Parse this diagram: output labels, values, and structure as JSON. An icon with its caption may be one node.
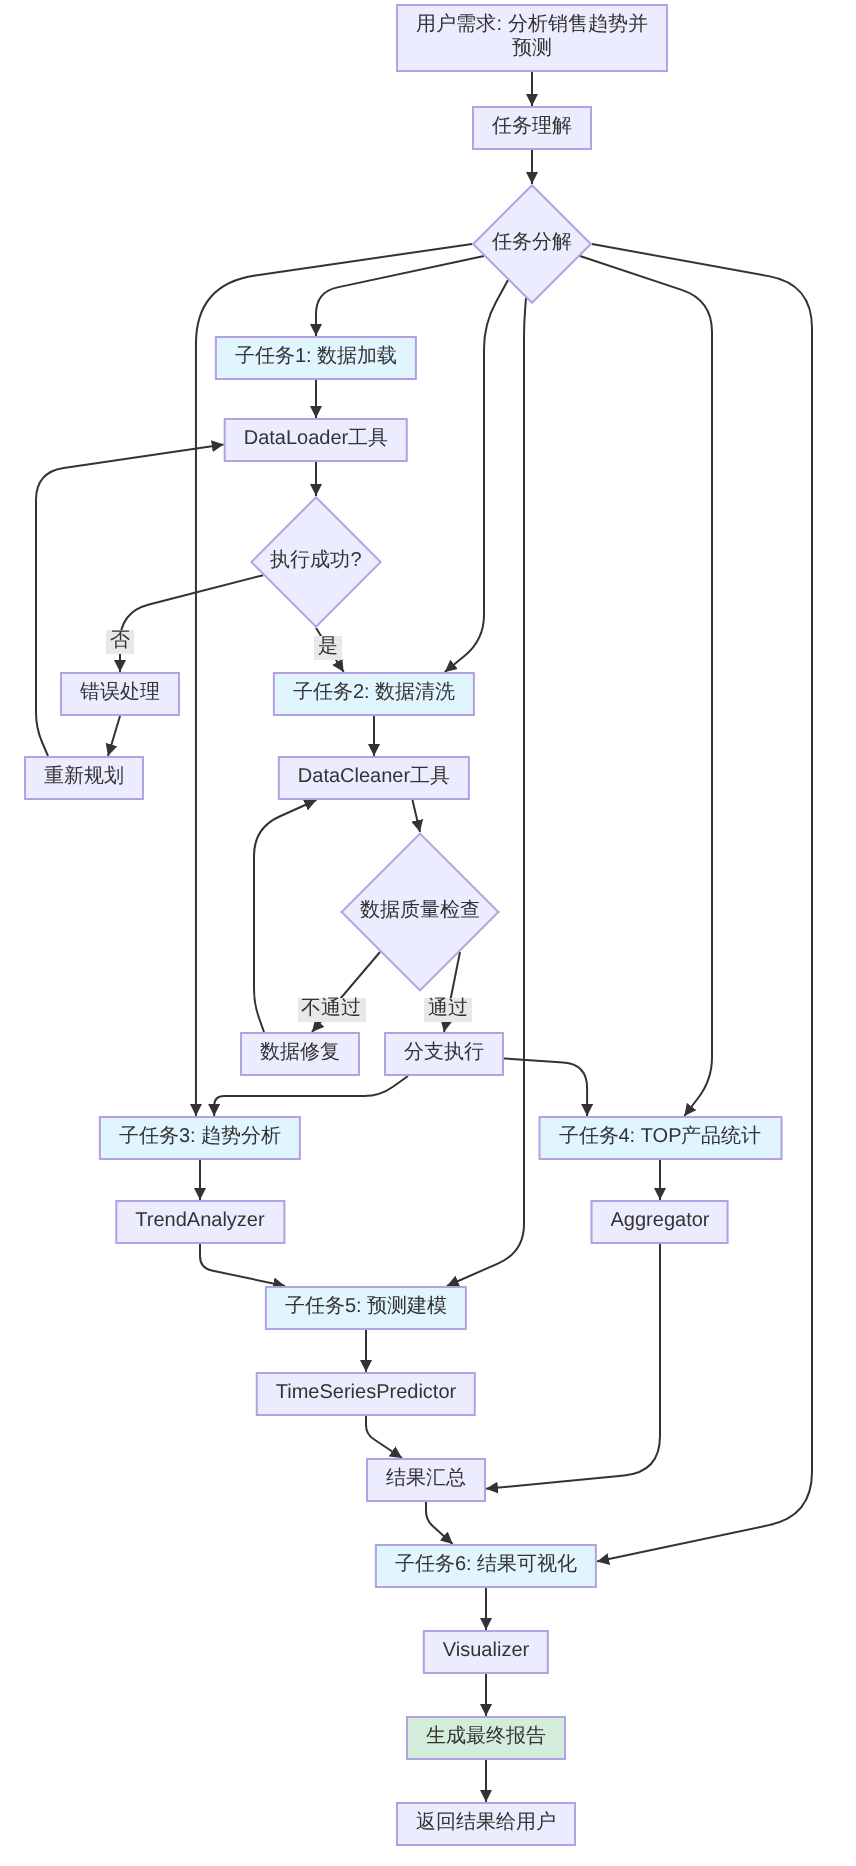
{
  "diagram": {
    "nodes": [
      {
        "text": [
          "用户需求: 分析销售趋势并预测"
        ]
      },
      {
        "text": [
          "任务理解"
        ]
      },
      {
        "text": [
          "任务分解"
        ]
      },
      {
        "text": [
          "子任务1: 数据加载"
        ]
      },
      {
        "text": [
          "DataLoader工具"
        ]
      },
      {
        "text": [
          "执行成功?"
        ]
      },
      {
        "text": [
          "错误处理"
        ]
      },
      {
        "text": [
          "重新规划"
        ]
      },
      {
        "text": [
          "子任务2: 数据清洗"
        ]
      },
      {
        "text": [
          "DataCleaner工具"
        ]
      },
      {
        "text": [
          "数据质量检查"
        ]
      },
      {
        "text": [
          "数据修复"
        ]
      },
      {
        "text": [
          "分支执行"
        ]
      },
      {
        "text": [
          "子任务3: 趋势分析"
        ]
      },
      {
        "text": [
          "子任务4: TOP产品统计"
        ]
      },
      {
        "text": [
          "TrendAnalyzer"
        ]
      },
      {
        "text": [
          "Aggregator"
        ]
      },
      {
        "text": [
          "子任务5: 预测建模"
        ]
      },
      {
        "text": [
          "TimeSeriesPredictor"
        ]
      },
      {
        "text": [
          "结果汇总"
        ]
      },
      {
        "text": [
          "子任务6: 结果可视化"
        ]
      },
      {
        "text": [
          "Visualizer"
        ]
      },
      {
        "text": [
          "生成最终报告"
        ]
      },
      {
        "text": [
          "返回结果给用户"
        ]
      }
    ],
    "edges": [
      {
        "from": 0,
        "to": 1,
        "arrow": "to"
      },
      {
        "from": 1,
        "to": 2,
        "arrow": "to"
      },
      {
        "from": 2,
        "to": 3,
        "arrow": "to"
      },
      {
        "from": 3,
        "to": 4,
        "arrow": "to"
      },
      {
        "from": 4,
        "to": 5,
        "arrow": "to"
      },
      {
        "from": 5,
        "to": 8,
        "label": "是",
        "arrow": "to"
      },
      {
        "from": 5,
        "to": 6,
        "label": "否",
        "arrow": "to"
      },
      {
        "from": 6,
        "to": 7,
        "arrow": "to"
      },
      {
        "from": 7,
        "to": 4,
        "arrow": "to"
      },
      {
        "from": 2,
        "to": 8,
        "arrow": "to"
      },
      {
        "from": 8,
        "to": 9,
        "arrow": "to"
      },
      {
        "from": 9,
        "to": 10,
        "arrow": "to"
      },
      {
        "from": 10,
        "to": 12,
        "label": "通过",
        "arrow": "to"
      },
      {
        "from": 10,
        "to": 11,
        "label": "不通过",
        "arrow": "to"
      },
      {
        "from": 11,
        "to": 9,
        "arrow": "to"
      },
      {
        "from": 12,
        "to": 13,
        "arrow": "to"
      },
      {
        "from": 12,
        "to": 14,
        "arrow": "to"
      },
      {
        "from": 2,
        "to": 13,
        "arrow": "to"
      },
      {
        "from": 2,
        "to": 14,
        "arrow": "to"
      },
      {
        "from": 13,
        "to": 15,
        "arrow": "to"
      },
      {
        "from": 14,
        "to": 16,
        "arrow": "to"
      },
      {
        "from": 2,
        "to": 17,
        "arrow": "to"
      },
      {
        "from": 15,
        "to": 17,
        "arrow": "to"
      },
      {
        "from": 2,
        "to": 20,
        "arrow": "to"
      },
      {
        "from": 17,
        "to": 18,
        "arrow": "to"
      },
      {
        "from": 16,
        "to": 19,
        "arrow": "to"
      },
      {
        "from": 18,
        "to": 19,
        "arrow": "to"
      },
      {
        "from": 19,
        "to": 20,
        "arrow": "to"
      },
      {
        "from": 20,
        "to": 21,
        "arrow": "to"
      },
      {
        "from": 21,
        "to": 22,
        "arrow": "to"
      },
      {
        "from": 22,
        "to": 23,
        "arrow": "to"
      }
    ]
  }
}
